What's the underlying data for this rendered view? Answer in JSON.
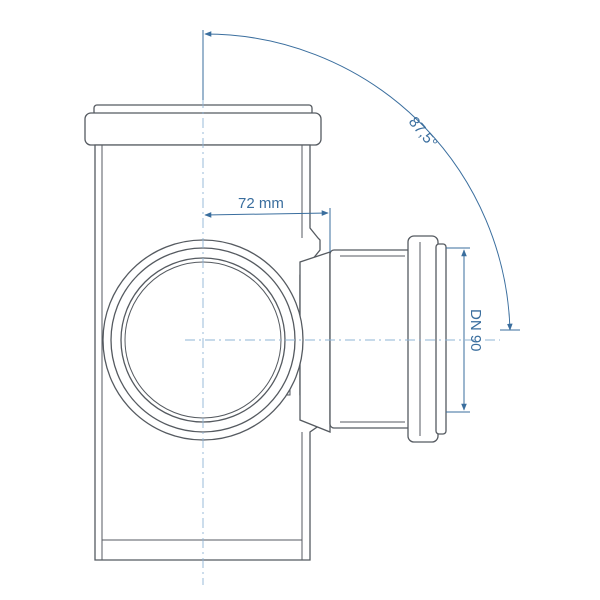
{
  "colors": {
    "outline": "#555a60",
    "dimension": "#3a6e9e",
    "centerline": "#8fb4d6",
    "background": "#ffffff"
  },
  "dimensions": {
    "angle_label": "87,5°",
    "offset_label": "72 mm",
    "diameter_label": "DN 90"
  }
}
